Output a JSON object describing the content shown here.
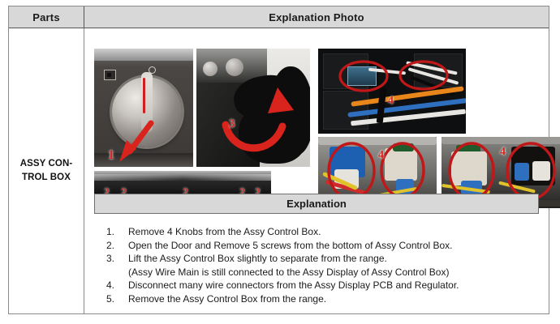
{
  "table": {
    "header": {
      "parts_label": "Parts",
      "photo_label": "Explanation Photo"
    },
    "part_name": "ASSY CON-\nTROL BOX",
    "part_name_line1": "ASSY CON-",
    "part_name_line2": "TROL BOX"
  },
  "photos": [
    {
      "name": "knob-photo",
      "marker": "1",
      "caption": "Chrome control knob on range front with red downward arrow"
    },
    {
      "name": "screws-photo",
      "markers": [
        "2",
        "2",
        "2",
        "2",
        "2"
      ],
      "caption": "Bottom edge of control box showing 5 screw locations circled in red"
    },
    {
      "name": "lift-photo",
      "marker": "3",
      "caption": "Gloved hands lifting the Assy Control Box with red curved arrow"
    },
    {
      "name": "connectors-top-photo",
      "marker": "4",
      "caption": "Assy Display PCB connectors circled in red"
    },
    {
      "name": "connectors-left-photo",
      "marker": "4",
      "caption": "Blue and white wire connectors circled in red"
    },
    {
      "name": "connectors-right-photo",
      "marker": "4",
      "caption": "Regulator wire connectors circled in red"
    }
  ],
  "explanation": {
    "title": "Explanation",
    "steps": [
      {
        "index": "1.",
        "text": "Remove 4 Knobs from the Assy Control Box."
      },
      {
        "index": "2.",
        "text": "Open the Door and Remove 5 screws from the bottom of Assy Control Box."
      },
      {
        "index": "3.",
        "text": "Lift the Assy Control Box slightly to separate from the range."
      },
      {
        "index": "4.",
        "text": "Disconnect many wire connectors from the Assy Display PCB and Regulator."
      },
      {
        "index": "5.",
        "text": "Remove the Assy Control Box from the range."
      }
    ],
    "step3_note": "(Assy Wire Main is still connected to the Assy Display of Assy Control Box)"
  },
  "colors": {
    "header_bg": "#d8d8d8",
    "marker_red": "#d12a24",
    "annotation_red": "#c01818",
    "border": "#8a8a8a"
  }
}
